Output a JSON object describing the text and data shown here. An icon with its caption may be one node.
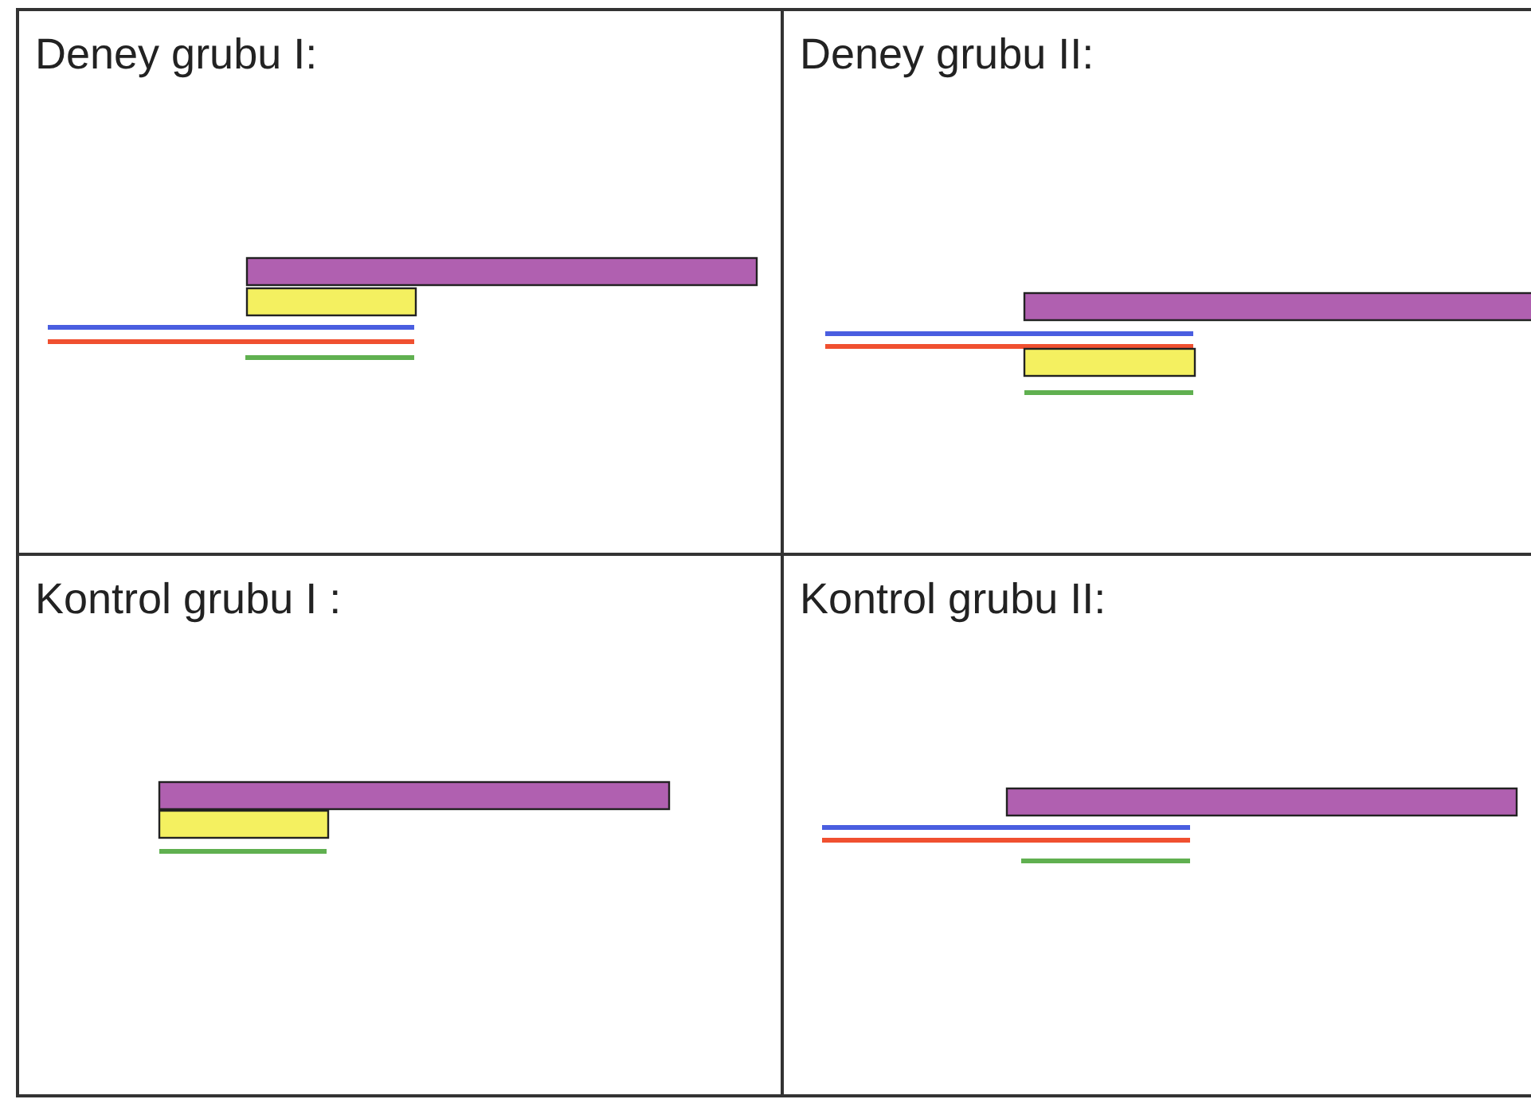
{
  "diagram": {
    "nodes": [
      {
        "text": [
          "Deney grubu I:"
        ]
      },
      {
        "text": [
          "Deney grubu II:"
        ]
      },
      {
        "text": [
          "Kontrol grubu I :"
        ]
      },
      {
        "text": [
          "Kontrol grubu II:"
        ]
      }
    ]
  }
}
